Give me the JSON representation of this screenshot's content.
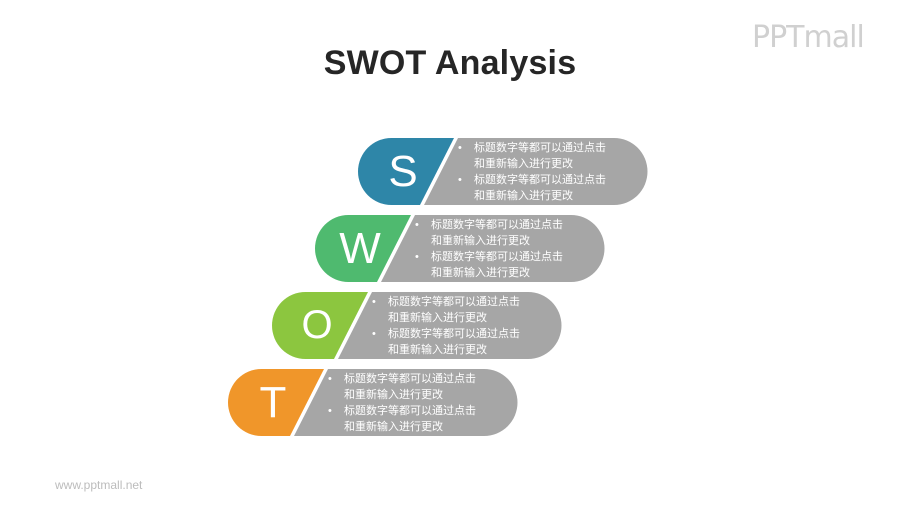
{
  "title": "SWOT Analysis",
  "logo": "PPTmall",
  "footer": "www.pptmall.net",
  "colors": {
    "S": "#2e86a8",
    "W": "#4fba6f",
    "O": "#8cc63f",
    "T": "#f0962a",
    "gray": "#a6a6a6"
  },
  "rows": [
    {
      "letter": "S",
      "color": "#2e86a8",
      "bullets": [
        {
          "dot": "•",
          "line1": "标题数字等都可以通过点击",
          "line2": "和重新输入进行更改"
        },
        {
          "dot": "•",
          "line1": "标题数字等都可以通过点击",
          "line2": "和重新输入进行更改"
        }
      ]
    },
    {
      "letter": "W",
      "color": "#4fba6f",
      "bullets": [
        {
          "dot": "•",
          "line1": "标题数字等都可以通过点击",
          "line2": "和重新输入进行更改"
        },
        {
          "dot": "•",
          "line1": "标题数字等都可以通过点击",
          "line2": "和重新输入进行更改"
        }
      ]
    },
    {
      "letter": "O",
      "color": "#8cc63f",
      "bullets": [
        {
          "dot": "•",
          "line1": "标题数字等都可以通过点击",
          "line2": "和重新输入进行更改"
        },
        {
          "dot": "•",
          "line1": "标题数字等都可以通过点击",
          "line2": "和重新输入进行更改"
        }
      ]
    },
    {
      "letter": "T",
      "color": "#f0962a",
      "bullets": [
        {
          "dot": "•",
          "line1": "标题数字等都可以通过点击",
          "line2": "和重新输入进行更改"
        },
        {
          "dot": "•",
          "line1": "标题数字等都可以通过点击",
          "line2": "和重新输入进行更改"
        }
      ]
    }
  ]
}
